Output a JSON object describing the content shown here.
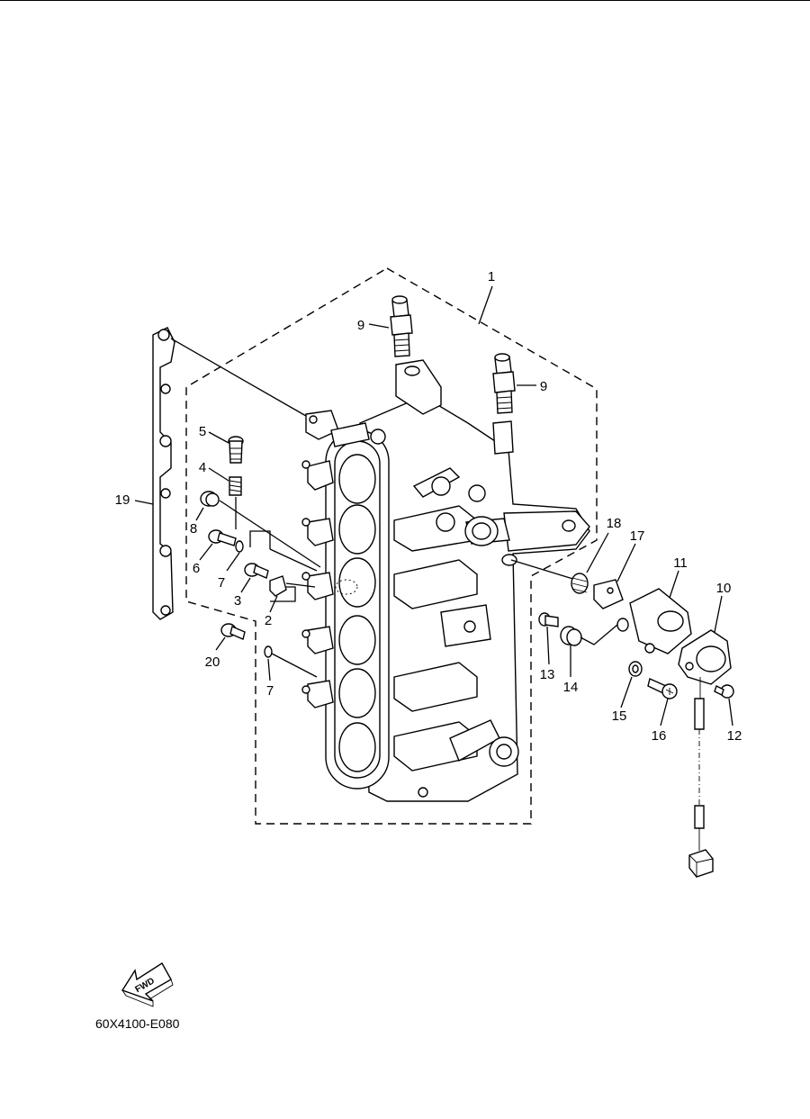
{
  "diagram": {
    "drawing_code": "60X4100-E080",
    "fwd_label": "FWD",
    "callouts": [
      {
        "id": "c1",
        "label": "1"
      },
      {
        "id": "c2",
        "label": "2"
      },
      {
        "id": "c3",
        "label": "3"
      },
      {
        "id": "c4",
        "label": "4"
      },
      {
        "id": "c5",
        "label": "5"
      },
      {
        "id": "c6",
        "label": "6"
      },
      {
        "id": "c7a",
        "label": "7"
      },
      {
        "id": "c7b",
        "label": "7"
      },
      {
        "id": "c8",
        "label": "8"
      },
      {
        "id": "c9a",
        "label": "9"
      },
      {
        "id": "c9b",
        "label": "9"
      },
      {
        "id": "c10",
        "label": "10"
      },
      {
        "id": "c11",
        "label": "11"
      },
      {
        "id": "c12",
        "label": "12"
      },
      {
        "id": "c13",
        "label": "13"
      },
      {
        "id": "c14",
        "label": "14"
      },
      {
        "id": "c15",
        "label": "15"
      },
      {
        "id": "c16",
        "label": "16"
      },
      {
        "id": "c17",
        "label": "17"
      },
      {
        "id": "c18",
        "label": "18"
      },
      {
        "id": "c19",
        "label": "19"
      },
      {
        "id": "c20",
        "label": "20"
      }
    ]
  }
}
